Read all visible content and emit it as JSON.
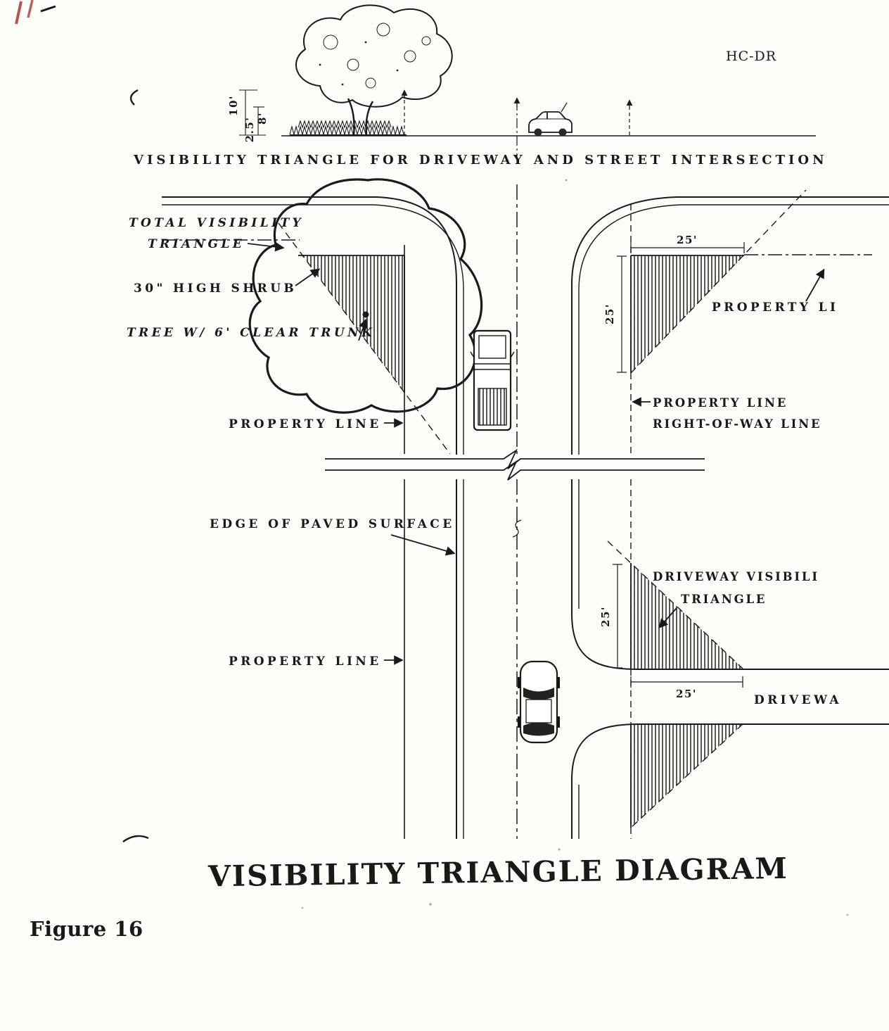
{
  "document": {
    "code": "HC-DR",
    "title": "VISIBILITY TRIANGLE DIAGRAM",
    "figure": "Figure 16"
  },
  "elevation": {
    "caption": "VISIBILITY TRIANGLE FOR DRIVEWAY AND STREET INTERSECTION",
    "dims": {
      "tree_height": "10'",
      "shrub_height": "2.5'",
      "clear_trunk": "8'"
    }
  },
  "plan": {
    "left": {
      "total_visibility_1": "TOTAL VISIBILITY",
      "total_visibility_2": "TRIANGLE",
      "shrub": "30\" HIGH SHRUB",
      "tree": "TREE W/ 6' CLEAR TRUNK",
      "property_line_upper": "PROPERTY LINE",
      "edge_of_paved": "EDGE OF PAVED SURFACE",
      "property_line_lower": "PROPERTY LINE"
    },
    "right": {
      "property_line_cut": "PROPERTY LI",
      "row_line_1": "PROPERTY LINE",
      "row_line_2": "RIGHT-OF-WAY LINE",
      "driveway_triangle_1": "DRIVEWAY VISIBILI",
      "driveway_triangle_2": "TRIANGLE",
      "driveway_cut": "DRIVEWA"
    },
    "dims": {
      "street_triangle_top": "25'",
      "street_triangle_side": "25'",
      "driveway_triangle_side": "25'",
      "driveway_triangle_bottom": "25'"
    }
  }
}
